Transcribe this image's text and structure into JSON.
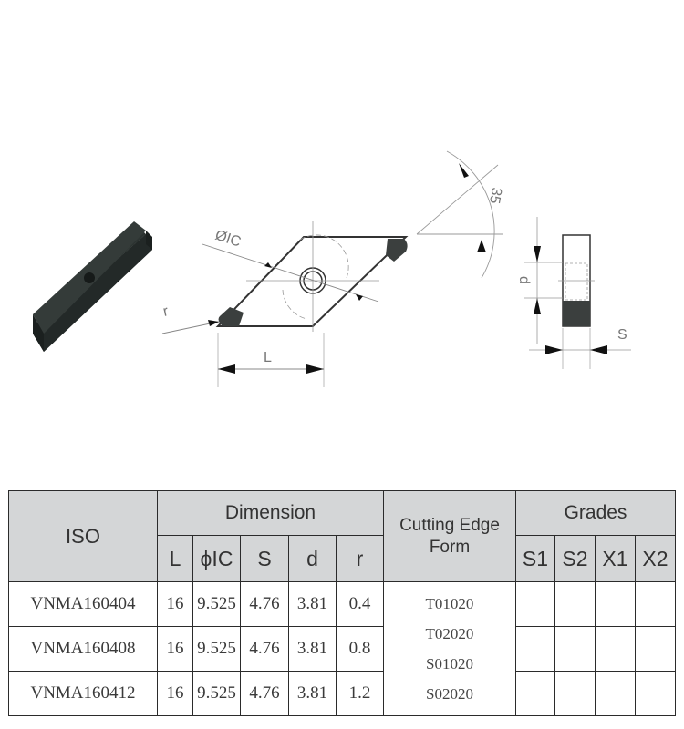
{
  "drawing": {
    "labels": {
      "ic": "ØIC",
      "r": "r",
      "L": "L",
      "angle": "35",
      "d": "d",
      "s": "S"
    }
  },
  "table": {
    "headers": {
      "iso": "ISO",
      "dimension": "Dimension",
      "cutting_edge_form": [
        "Cutting Edge",
        "Form"
      ],
      "grades": "Grades",
      "dimension_cols": [
        "L",
        "ϕIC",
        "S",
        "d",
        "r"
      ],
      "grade_cols": [
        "S1",
        "S2",
        "X1",
        "X2"
      ]
    },
    "rows": [
      {
        "iso": "VNMA160404",
        "L": "16",
        "ic": "9.525",
        "s": "4.76",
        "d": "3.81",
        "r": "0.4",
        "grades": [
          "",
          "",
          "",
          ""
        ]
      },
      {
        "iso": "VNMA160408",
        "L": "16",
        "ic": "9.525",
        "s": "4.76",
        "d": "3.81",
        "r": "0.8",
        "grades": [
          "",
          "",
          "",
          ""
        ]
      },
      {
        "iso": "VNMA160412",
        "L": "16",
        "ic": "9.525",
        "s": "4.76",
        "d": "3.81",
        "r": "1.2",
        "grades": [
          "",
          "",
          "",
          ""
        ]
      }
    ],
    "cutting_edge_forms": [
      "T01020",
      "T02020",
      "S01020",
      "S02020"
    ]
  }
}
